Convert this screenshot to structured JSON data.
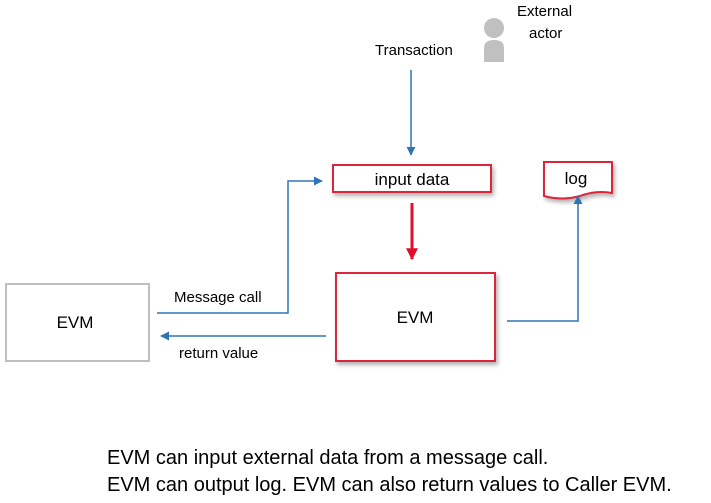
{
  "actor": {
    "label_line1": "External",
    "label_line2": "actor",
    "icon": "person-icon",
    "color": "#c0c0c0"
  },
  "labels": {
    "transaction": "Transaction",
    "message_call": "Message call",
    "return_value": "return value"
  },
  "boxes": {
    "input_data": "input data",
    "log": "log",
    "evm_main": "EVM",
    "evm_caller": "EVM"
  },
  "caption": {
    "line1": "EVM can input external data from a message call.",
    "line2": "EVM can output log. EVM can also return values to Caller EVM."
  },
  "colors": {
    "arrow_blue": "#2E75B6",
    "arrow_red": "#E0102B",
    "box_red": "#D9283C",
    "box_gray": "#BFBFBF"
  }
}
